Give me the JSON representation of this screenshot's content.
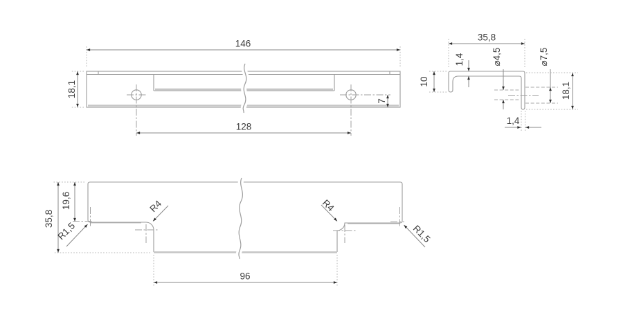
{
  "drawing": {
    "type": "technical-drawing-handle-profile",
    "front_view": {
      "length": "146",
      "height": "18,1",
      "hole_spacing": "128",
      "hole_edge_offset": "7"
    },
    "section_view": {
      "width": "35,8",
      "top_wall_thickness": "1,4",
      "hole_dia_small": "⌀4,5",
      "hole_dia_large": "⌀7,5",
      "lip_height": "10",
      "height": "18,1",
      "side_wall_thickness": "1,4"
    },
    "top_view": {
      "depth": "35,8",
      "front_depth": "19,6",
      "corner_radius_left": "R1,5",
      "recess_radius_left": "R4",
      "recess_radius_right": "R4",
      "corner_radius_right": "R1,5",
      "recess_width": "96"
    },
    "colors": {
      "line": "#9c9c9c",
      "thick_edge": "#c6c6c6",
      "dimension": "#8a8a8a",
      "arrow": "#2f2f2f",
      "text": "#3d3d3d",
      "background": "#ffffff"
    }
  }
}
